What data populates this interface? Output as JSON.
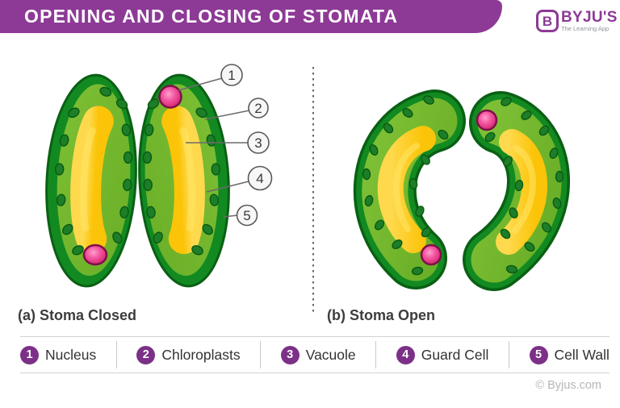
{
  "header": {
    "title": "OPENING AND CLOSING OF STOMATA"
  },
  "logo": {
    "letter": "B",
    "brand": "BYJU'S",
    "tagline": "The Learning App"
  },
  "panels": {
    "closed": {
      "caption": "(a) Stoma Closed"
    },
    "open": {
      "caption": "(b) Stoma Open"
    }
  },
  "callouts": {
    "numbers": [
      "1",
      "2",
      "3",
      "4",
      "5"
    ]
  },
  "legend": {
    "items": [
      {
        "number": "1",
        "label": "Nucleus"
      },
      {
        "number": "2",
        "label": "Chloroplasts"
      },
      {
        "number": "3",
        "label": "Vacuole"
      },
      {
        "number": "4",
        "label": "Guard Cell"
      },
      {
        "number": "5",
        "label": "Cell Wall"
      }
    ]
  },
  "footer": {
    "copyright": "© Byjus.com"
  },
  "colors": {
    "header_bg": "#8d3a96",
    "legend_badge": "#7c3087",
    "cell_wall_green": "#128a21",
    "cell_outline_green": "#0a6014",
    "guard_cell_green": "#74b82d",
    "chloroplast_green": "#1d7e28",
    "vacuole_yellow": "#fcc60d",
    "nucleus_pink": "#d92a77"
  }
}
